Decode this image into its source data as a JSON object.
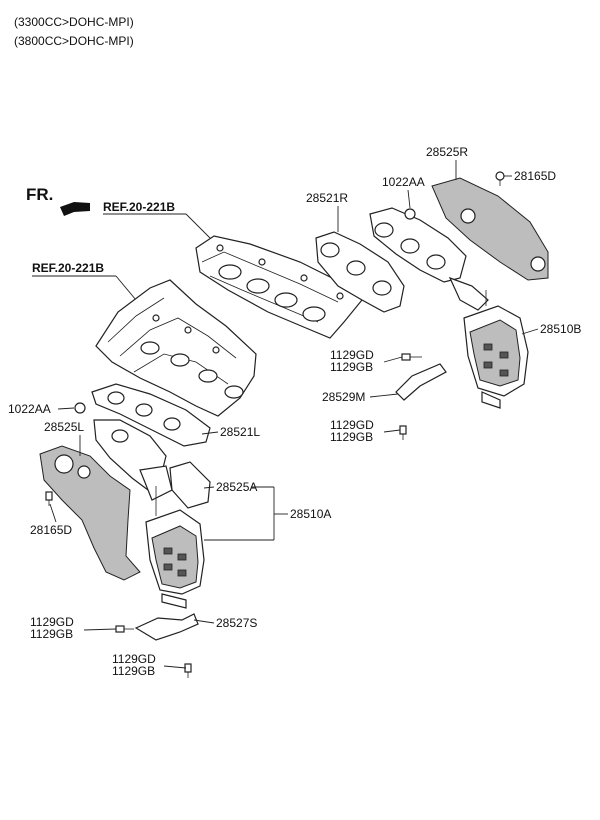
{
  "header": {
    "engine_line_1": "(3300CC>DOHC-MPI)",
    "engine_line_2": "(3800CC>DOHC-MPI)"
  },
  "orientation": {
    "label": "FR."
  },
  "references": {
    "ref_upper": "REF.20-221B",
    "ref_lower": "REF.20-221B"
  },
  "parts": {
    "p28525R": "28525R",
    "p28165D_right": "28165D",
    "p1022AA_right": "1022AA",
    "p28521R": "28521R",
    "p28510B": "28510B",
    "p1129GD_a": "1129GD",
    "p1129GB_a": "1129GB",
    "p28529M": "28529M",
    "p1129GD_b": "1129GD",
    "p1129GB_b": "1129GB",
    "p1022AA_left": "1022AA",
    "p28525L": "28525L",
    "p28521L": "28521L",
    "p28525A": "28525A",
    "p28510A": "28510A",
    "p28165D_left": "28165D",
    "p1129GD_c": "1129GD",
    "p1129GB_c": "1129GB",
    "p28527S": "28527S",
    "p1129GD_d": "1129GD",
    "p1129GB_d": "1129GB"
  }
}
